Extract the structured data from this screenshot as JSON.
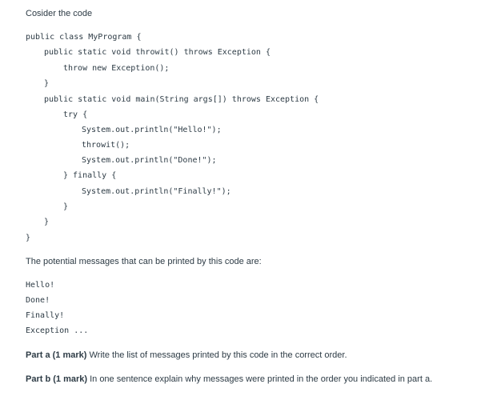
{
  "intro": "Cosider the code",
  "code_lines": [
    "public class MyProgram {",
    "public static void throwit() throws Exception {",
    "throw new Exception();",
    "}",
    "public static void main(String args[]) throws Exception {",
    "try {",
    "System.out.println(\"Hello!\");",
    "throwit();",
    "System.out.println(\"Done!\");",
    "} finally {",
    "System.out.println(\"Finally!\");",
    "}",
    "}",
    "}"
  ],
  "messages_intro": "The potential messages that can be printed by this code are:",
  "messages": [
    "Hello!",
    "Done!",
    "Finally!",
    "Exception ..."
  ],
  "part_a": {
    "label": "Part a (1 mark)",
    "text": " Write the list of messages printed by this code in the correct order."
  },
  "part_b": {
    "label": "Part b (1 mark)",
    "text": " In one sentence explain why messages were printed in the order you indicated in part a."
  }
}
